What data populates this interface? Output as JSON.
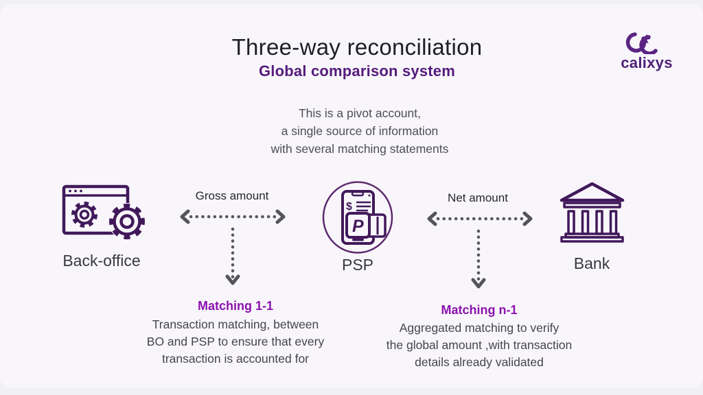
{
  "header": {
    "title": "Three-way reconciliation",
    "subtitle": "Global comparison system"
  },
  "logo": {
    "text": "calixys"
  },
  "intro": {
    "text": "This is a pivot account,\na single source of information\nwith several matching statements"
  },
  "nodes": {
    "back_office": {
      "label": "Back-office",
      "icon": "browser-gears-icon"
    },
    "psp": {
      "label": "PSP",
      "icon": "phone-payment-icon"
    },
    "bank": {
      "label": "Bank",
      "icon": "bank-building-icon"
    }
  },
  "flows": {
    "gross": {
      "label": "Gross amount"
    },
    "net": {
      "label": "Net amount"
    }
  },
  "matchings": {
    "m11": {
      "title": "Matching 1-1",
      "text": "Transaction matching, between\nBO and PSP to ensure that every\ntransaction is accounted for"
    },
    "mn1": {
      "title": "Matching n-1",
      "text": "Aggregated matching to verify\nthe global amount ,with transaction\ndetails already validated"
    }
  },
  "colors": {
    "card_bg": "#f8f6fb",
    "title": "#1e1e28",
    "subtitle_purple": "#551b7a",
    "icon_purple": "#41195a",
    "logo_purple": "#5b2483",
    "matching_purple": "#8c12ae",
    "body_gray": "#45454f",
    "arrow_gray": "#55565f"
  }
}
